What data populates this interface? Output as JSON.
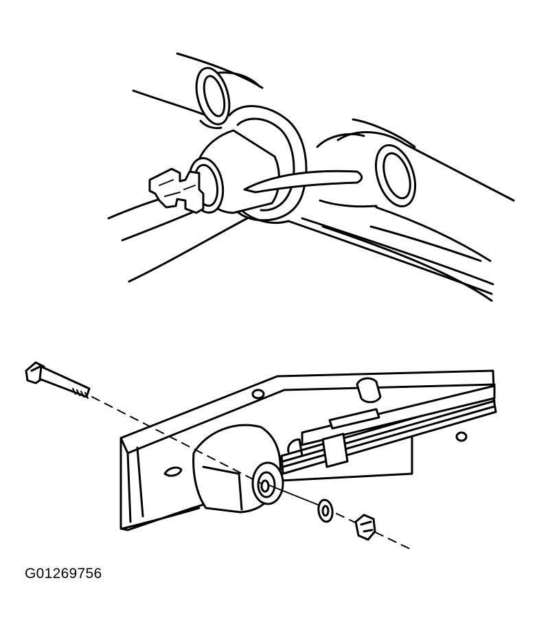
{
  "figure": {
    "id_label": "G01269756",
    "colors": {
      "ink": "#000000",
      "paper": "#ffffff"
    },
    "panels": [
      {
        "name": "drive-shaft-and-rear-axle-view"
      },
      {
        "name": "leaf-spring-front-eye-bolt-view"
      }
    ]
  }
}
